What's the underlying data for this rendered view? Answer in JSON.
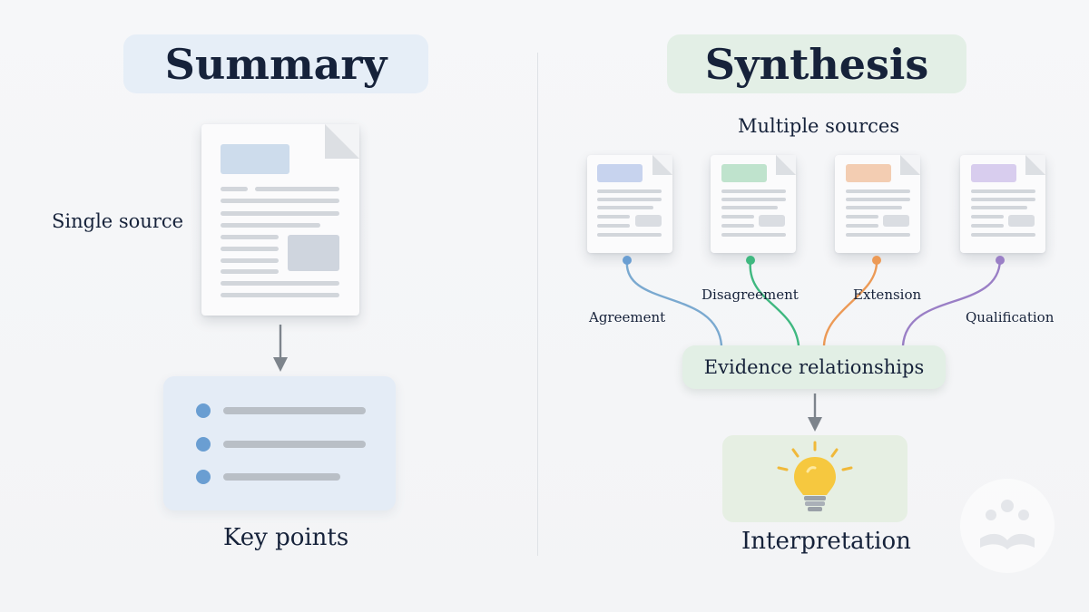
{
  "summary": {
    "title": "Summary",
    "source_label": "Single source",
    "result_label": "Key points"
  },
  "synthesis": {
    "title": "Synthesis",
    "sources_label": "Multiple sources",
    "relations": {
      "agreement": "Agreement",
      "disagreement": "Disagreement",
      "extension": "Extension",
      "qualification": "Qualification"
    },
    "hub_label": "Evidence relationships",
    "result_label": "Interpretation"
  },
  "colors": {
    "summary_pill": "#e6eef7",
    "synthesis_pill": "#e3efe6",
    "blue": "#6a9ed2",
    "green": "#3fb880",
    "orange": "#ec9a56",
    "purple": "#9a7fc6",
    "bulb": "#f4c23a"
  },
  "icons": [
    "document-icon",
    "arrow-down-icon",
    "bullet-icon",
    "lightbulb-icon",
    "watermark-logo-icon"
  ]
}
